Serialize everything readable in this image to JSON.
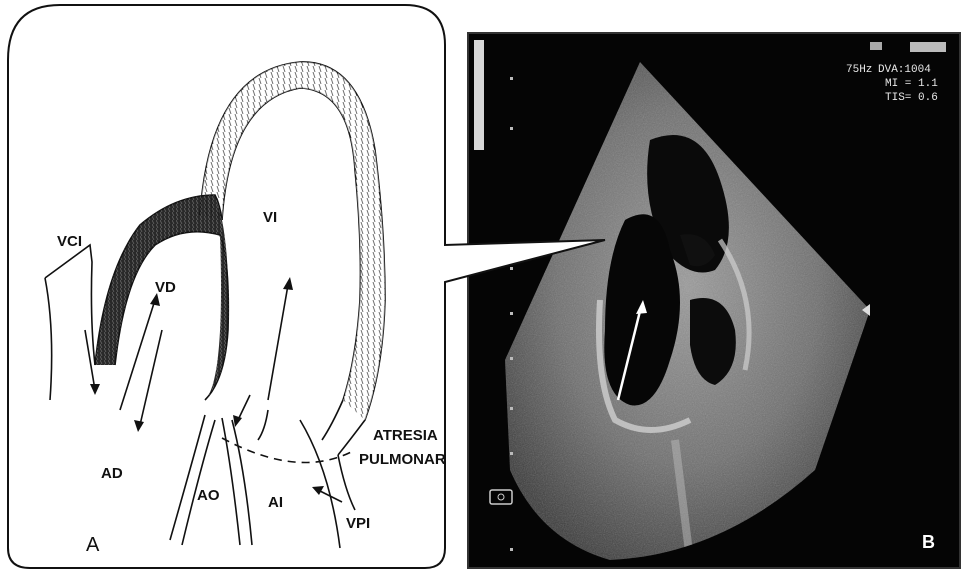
{
  "panel_a": {
    "letter": "A",
    "labels": {
      "vci": "VCI",
      "vd": "VD",
      "vi": "VI",
      "ad": "AD",
      "ao": "AO",
      "ai": "AI",
      "vpi": "VPI",
      "atresia_line1": "ATRESIA",
      "atresia_line2": "PULMONAR"
    }
  },
  "panel_b": {
    "letter": "B",
    "readout": {
      "freq": "75Hz",
      "dva": "DVA:1004",
      "mi": "MI = 1.1",
      "tis": "TIS= 0.6"
    }
  },
  "colors": {
    "ink": "#111111",
    "echo_background": "#050505",
    "sector_tissue": "#8a8a8a"
  }
}
